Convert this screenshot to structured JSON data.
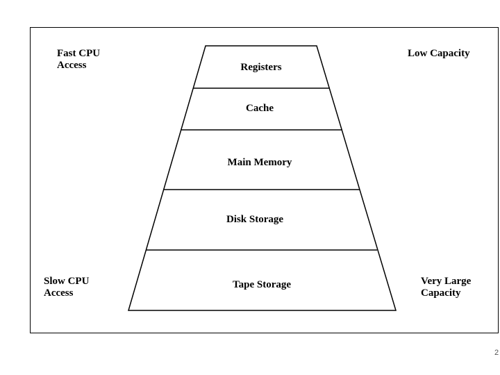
{
  "diagram": {
    "levels": [
      {
        "label": "Registers"
      },
      {
        "label": "Cache"
      },
      {
        "label": "Main Memory"
      },
      {
        "label": "Disk Storage"
      },
      {
        "label": "Tape Storage"
      }
    ],
    "corners": {
      "top_left": [
        "Fast CPU",
        "Access"
      ],
      "top_right": [
        "Low Capacity"
      ],
      "bottom_left": [
        "Slow CPU",
        "Access"
      ],
      "bottom_right": [
        "Very Large",
        "Capacity"
      ]
    }
  },
  "page_number": "2"
}
